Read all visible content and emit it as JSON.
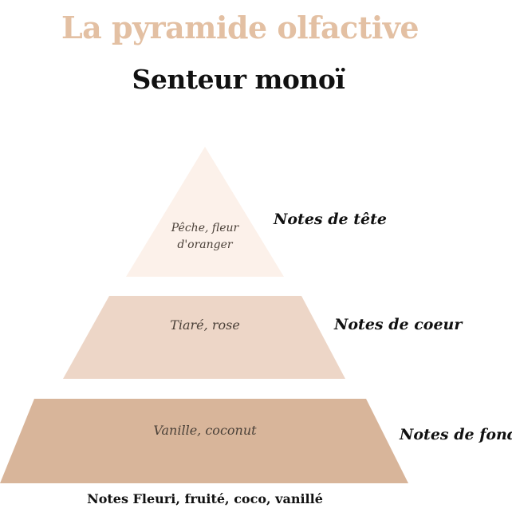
{
  "title": "La pyramide olfactive",
  "subtitle": "Senteur monoï",
  "pyramid": {
    "levels": [
      {
        "notes": "Pêche, fleur d'oranger",
        "label": "Notes de tête",
        "color": "#fcf1ea"
      },
      {
        "notes": "Tiaré, rose",
        "label": "Notes de coeur",
        "color": "#edd6c7"
      },
      {
        "notes": "Vanille, coconut",
        "label": "Notes de fond",
        "color": "#d8b59a"
      }
    ]
  },
  "footer": "Notes Fleuri, fruité, coco, vanillé",
  "colors": {
    "title": "#e3c0a3",
    "text": "#111111",
    "level_text": "#4a4038"
  }
}
